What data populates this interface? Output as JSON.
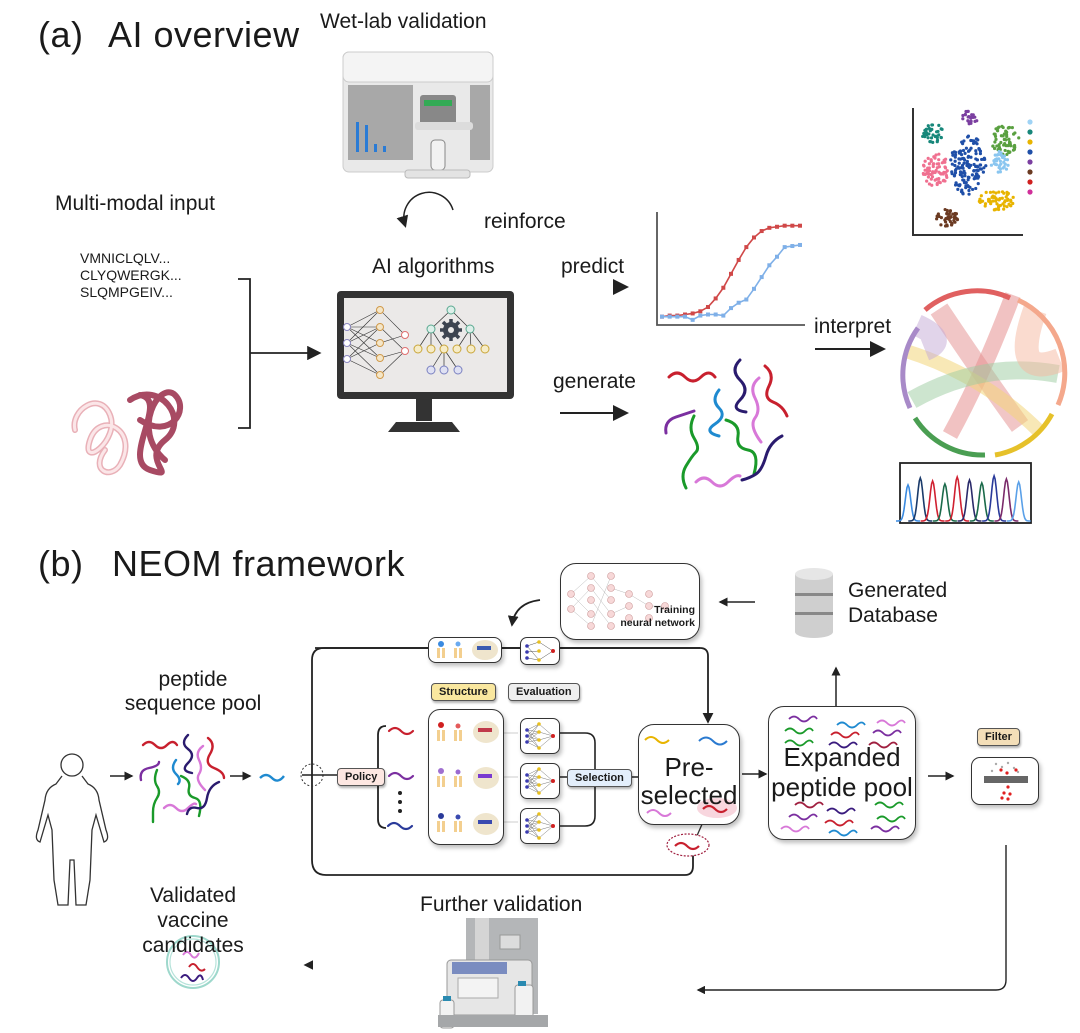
{
  "panel_a": {
    "label": "(a)",
    "title": "AI overview",
    "wetlab_label": "Wet-lab validation",
    "input_label": "Multi-modal input",
    "sequences": [
      "VMNICLQLV...",
      "CLYQWERGK...",
      "SLQMPGEIV..."
    ],
    "reinforce_label": "reinforce",
    "algorithms_label": "AI algorithms",
    "predict_label": "predict",
    "generate_label": "generate",
    "interpret_label": "interpret",
    "icons": [
      "flow-cytometer-icon",
      "protein-structure-icon",
      "monitor-neural-network-icon",
      "decision-tree-icon",
      "gear-icon",
      "sigmoid-curve-chart-icon",
      "peptide-strands-icon",
      "tsne-scatter-icon",
      "chord-diagram-icon",
      "chromatogram-icon"
    ],
    "prediction_curves": {
      "series": [
        {
          "name": "red",
          "color": "#d04848",
          "values": [
            0.05,
            0.06,
            0.06,
            0.07,
            0.08,
            0.1,
            0.14,
            0.22,
            0.32,
            0.45,
            0.58,
            0.7,
            0.79,
            0.85,
            0.88,
            0.89,
            0.9,
            0.9,
            0.9
          ]
        },
        {
          "name": "blue",
          "color": "#7fb0e8",
          "values": [
            0.05,
            0.05,
            0.05,
            0.05,
            0.02,
            0.06,
            0.07,
            0.07,
            0.06,
            0.13,
            0.18,
            0.21,
            0.31,
            0.42,
            0.53,
            0.61,
            0.7,
            0.71,
            0.72
          ]
        }
      ]
    },
    "scatter_legend_colors": [
      "#9fd3f5",
      "#17877a",
      "#e8b400",
      "#1f4fa8",
      "#7b3fa0",
      "#6b3a22",
      "#d02020",
      "#d0309a"
    ]
  },
  "panel_b": {
    "label": "(b)",
    "title": "NEOM framework",
    "pool_label_1": "peptide",
    "pool_label_2": "sequence pool",
    "policy_label": "Policy",
    "structure_label": "Structure",
    "evaluation_label": "Evaluation",
    "selection_label": "Selection",
    "training_label_1": "Training",
    "training_label_2": "neural network",
    "database_label_1": "Generated",
    "database_label_2": "Database",
    "preselected_label_1": "Pre-",
    "preselected_label_2": "selected",
    "expanded_label_1": "Expanded",
    "expanded_label_2": "peptide pool",
    "filter_label": "Filter",
    "further_validation_label": "Further validation",
    "validated_label_1": "Validated",
    "validated_label_2": "vaccine candidates",
    "icons": [
      "human-body-icon",
      "database-icon",
      "hplc-instrument-icon",
      "vesicle-icon",
      "filter-membrane-icon",
      "mhc-molecule-icon"
    ],
    "colors": {
      "structure_tag": "#f9e79f",
      "evaluation_tag": "#eeeeee",
      "policy_tag": "#fde7e2",
      "selection_tag": "#e3eefb",
      "filter_tag": "#f3deb8"
    }
  }
}
